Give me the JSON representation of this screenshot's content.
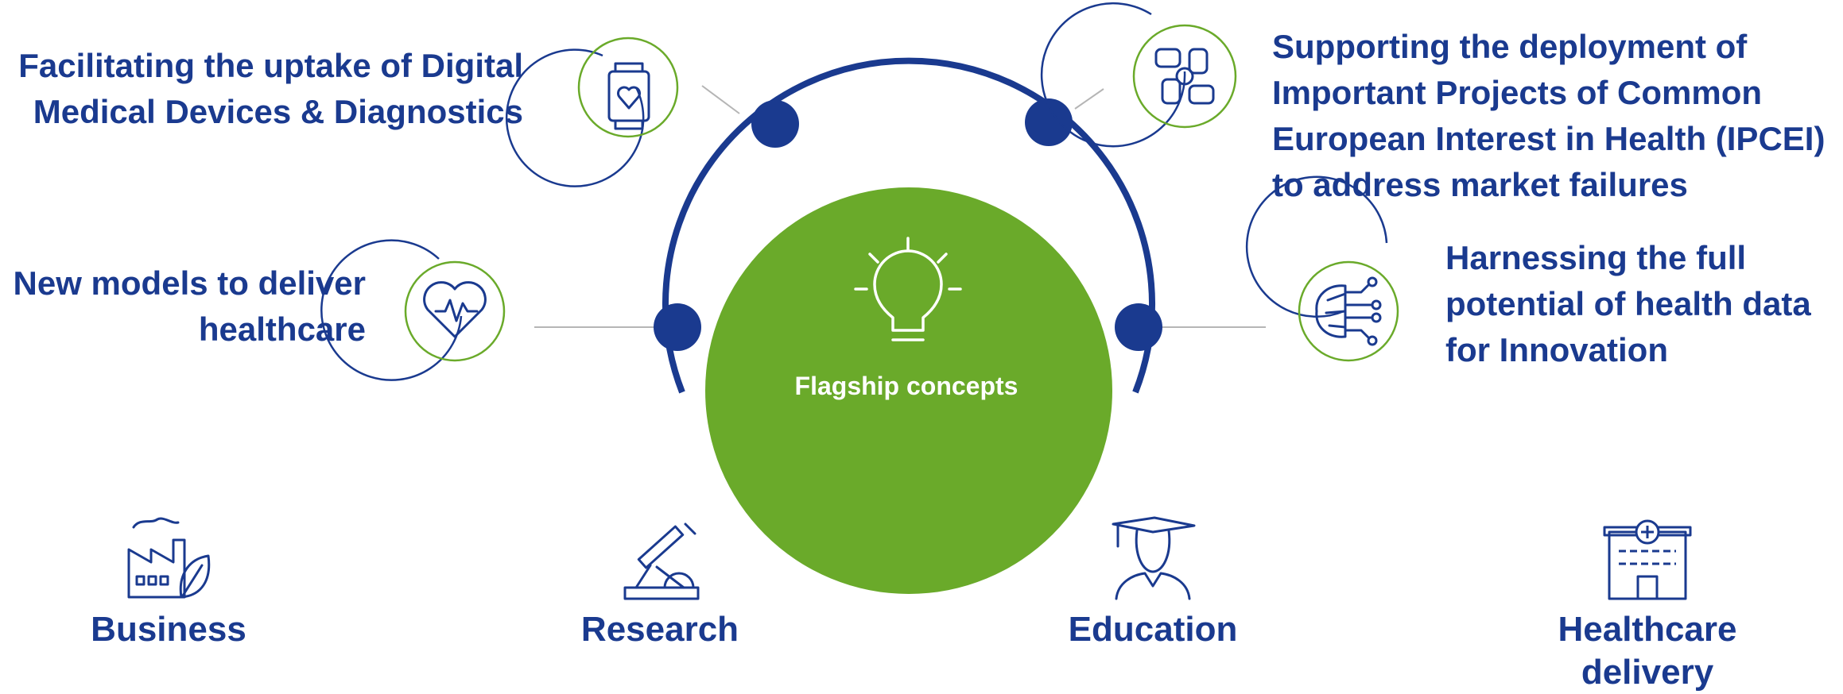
{
  "center": {
    "label": "Flagship concepts",
    "icon": "lightbulb-icon"
  },
  "concepts": [
    {
      "id": "digital-devices",
      "text": "Facilitating the uptake of Digital\nMedical Devices & Diagnostics",
      "icon": "smartwatch-heart-icon"
    },
    {
      "id": "new-models",
      "text": "New models to deliver\nhealthcare",
      "icon": "heartbeat-icon"
    },
    {
      "id": "ipcei",
      "text": "Supporting the deployment of\nImportant Projects of Common\nEuropean Interest in Health (IPCEI)\nto address market failures",
      "icon": "joined-hands-icon"
    },
    {
      "id": "health-data",
      "text": "Harnessing the full\npotential of health data\nfor Innovation",
      "icon": "brain-circuit-icon"
    }
  ],
  "stakeholders": [
    {
      "label": "Business",
      "icon": "factory-leaf-icon"
    },
    {
      "label": "Research",
      "icon": "microscope-icon"
    },
    {
      "label": "Education",
      "icon": "graduate-icon"
    },
    {
      "label": "Healthcare delivery",
      "icon": "hospital-icon"
    }
  ],
  "colors": {
    "navy": "#1a3a8f",
    "green": "#6aaa2a",
    "connector": "#b5b5b5",
    "white": "#ffffff"
  }
}
